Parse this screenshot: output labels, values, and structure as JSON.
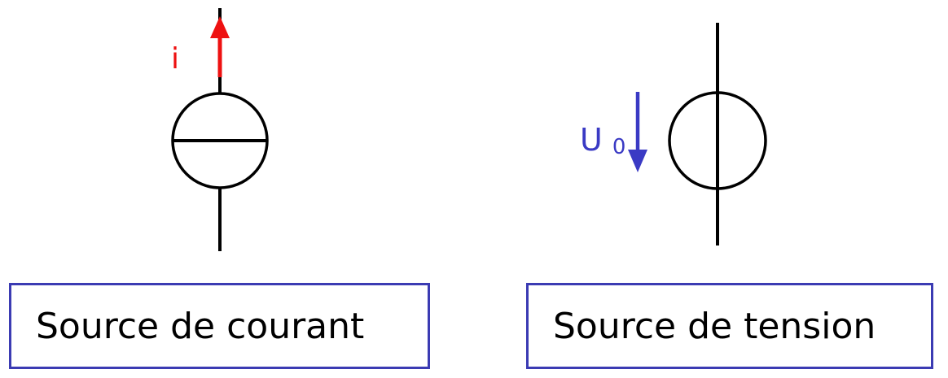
{
  "current_source": {
    "current_label": "i",
    "caption": "Source de courant",
    "arrow_color": "#ee1111"
  },
  "voltage_source": {
    "voltage_label_main": "U",
    "voltage_label_sub": "0",
    "caption": "Source de tension",
    "arrow_color": "#3a3ac4"
  },
  "colors": {
    "box_border": "#3b3bb3",
    "wire": "#000000"
  }
}
